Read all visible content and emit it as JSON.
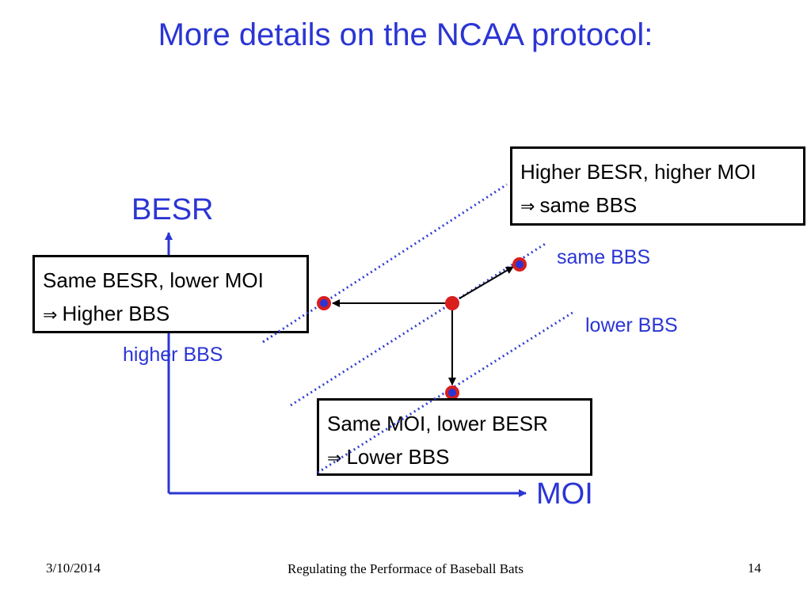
{
  "slide": {
    "title": "More details on the NCAA protocol:"
  },
  "diagram": {
    "y_axis_label": "BESR",
    "x_axis_label": "MOI",
    "lines": {
      "higher": "higher BBS",
      "same": "same BBS",
      "lower": "lower BBS"
    },
    "boxes": {
      "left": {
        "line1": "Same BESR, lower MOI",
        "arrow": "⇒",
        "line2": "Higher BBS"
      },
      "top_right": {
        "line1": "Higher BESR, higher MOI",
        "arrow": "⇒",
        "line2": "same BBS"
      },
      "bottom": {
        "line1": "Same MOI, lower BESR",
        "arrow": "⇒",
        "line2": "Lower BBS"
      }
    },
    "colors": {
      "axis": "#2b35d4",
      "dotted_line": "#3340d0",
      "point_fill": "#d91e1e",
      "point_center": "#2b35d4"
    }
  },
  "footer": {
    "date": "3/10/2014",
    "center": "Regulating the Performace of Baseball Bats",
    "page": "14"
  }
}
